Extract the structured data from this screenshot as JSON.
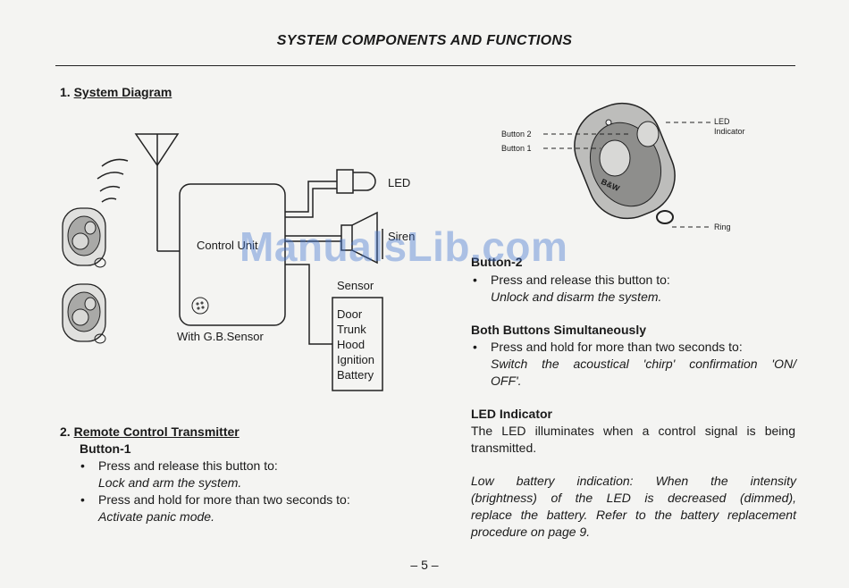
{
  "header": {
    "title": "SYSTEM COMPONENTS AND FUNCTIONS"
  },
  "section1": {
    "number": "1.",
    "title": "System Diagram",
    "control_unit": "Control Unit",
    "sensor_caption": "With G.B.Sensor",
    "led": "LED",
    "siren": "Siren",
    "sensor": "Sensor",
    "sensor_items": [
      "Door",
      "Trunk",
      "Hood",
      "Ignition",
      "Battery"
    ]
  },
  "transmitter_diagram": {
    "button2": "Button 2",
    "button1": "Button 1",
    "led": "LED",
    "indicator": "Indicator",
    "ring": "Ring",
    "brand": "B&W"
  },
  "section2": {
    "number": "2.",
    "title": "Remote Control Transmitter",
    "button1": {
      "heading": "Button-1",
      "bullets": [
        {
          "action": "Press and release this button to:",
          "result": "Lock and arm the system."
        },
        {
          "action": "Press and hold for more than two seconds to:",
          "result": "Activate panic mode."
        }
      ]
    }
  },
  "right": {
    "button2": {
      "heading": "Button-2",
      "action": "Press and release this button to:",
      "result": "Unlock and disarm the system."
    },
    "both": {
      "heading": "Both Buttons Simultaneously",
      "action": "Press and hold for more than two seconds to:",
      "result_line1": "Switch the acoustical 'chirp' confirmation 'ON/",
      "result_line2": "OFF'."
    },
    "led_indicator": {
      "heading": "LED Indicator",
      "line1": "The LED illuminates when a control signal is being",
      "line2": "transmitted."
    },
    "low_battery": {
      "line1": "Low battery indication: When the intensity",
      "line2": "(brightness) of the LED is decreased (dimmed),",
      "line3": "replace the battery. Refer to the battery replacement",
      "line4": "procedure on page 9."
    }
  },
  "watermark": "ManualsLib.com",
  "footer": {
    "page": "– 5 –"
  }
}
